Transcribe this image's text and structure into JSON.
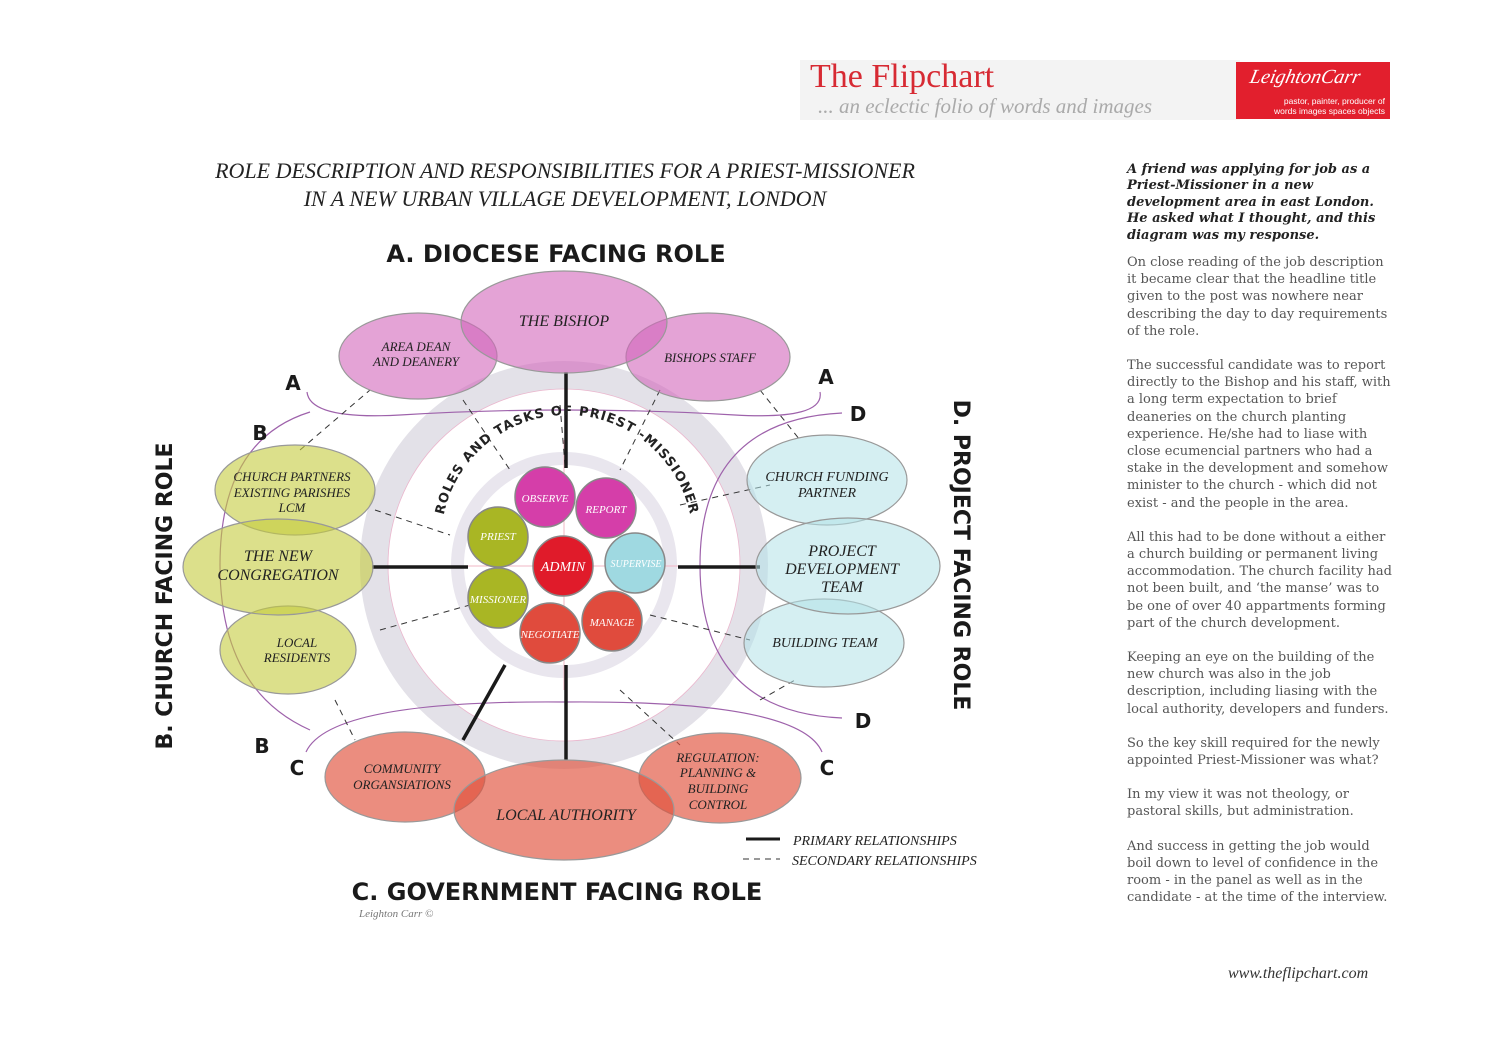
{
  "header": {
    "brand_title": "The Flipchart",
    "tagline": "... an eclectic folio of words and images",
    "logo": {
      "signature": "LeightonCarr",
      "line1": "pastor, painter, producer of",
      "line2": "words images spaces objects"
    }
  },
  "title": {
    "line1": "ROLE DESCRIPTION AND RESPONSIBILITIES FOR A PRIEST-MISSIONER",
    "line2": "IN A NEW URBAN VILLAGE DEVELOPMENT, LONDON"
  },
  "diagram": {
    "roles": {
      "a": "A. DIOCESE FACING ROLE",
      "b": "B. CHURCH FACING ROLE",
      "c": "C. GOVERNMENT FACING ROLE",
      "d": "D. PROJECT FACING ROLE"
    },
    "arc_letters": {
      "a_left": "A",
      "a_right": "A",
      "b_top": "B",
      "b_bottom": "B",
      "c_left": "C",
      "c_right": "C",
      "d_top": "D",
      "d_bottom": "D"
    },
    "center_arc_text": "ROLES AND TASKS OF PRIEST -MISSIONER",
    "tasks": {
      "observe": "OBSERVE",
      "report": "REPORT",
      "priest": "PRIEST",
      "admin": "ADMIN",
      "supervise": "SUPERVISE",
      "missioner": "MISSIONER",
      "negotiate": "NEGOTIATE",
      "manage": "MANAGE"
    },
    "diocese": {
      "bishop": "THE BISHOP",
      "area_dean_1": "AREA DEAN",
      "area_dean_2": "AND DEANERY",
      "bishops_staff": "BISHOPS STAFF"
    },
    "church": {
      "partners_1": "CHURCH PARTNERS",
      "partners_2": "EXISTING PARISHES",
      "partners_3": "LCM",
      "congregation_1": "THE NEW",
      "congregation_2": "CONGREGATION",
      "residents_1": "LOCAL",
      "residents_2": "RESIDENTS"
    },
    "project": {
      "funding_1": "CHURCH FUNDING",
      "funding_2": "PARTNER",
      "team_1": "PROJECT",
      "team_2": "DEVELOPMENT",
      "team_3": "TEAM",
      "building": "BUILDING TEAM"
    },
    "government": {
      "community_1": "COMMUNITY",
      "community_2": "ORGANSIATIONS",
      "authority": "LOCAL AUTHORITY",
      "regulation_1": "REGULATION:",
      "regulation_2": "PLANNING &",
      "regulation_3": "BUILDING",
      "regulation_4": "CONTROL"
    },
    "legend": {
      "primary": "PRIMARY RELATIONSHIPS",
      "secondary": "SECONDARY RELATIONSHIPS"
    },
    "credit": "Leighton Carr ©",
    "colors": {
      "diocese": "#e9a3cf",
      "church": "#d6dc82",
      "project": "#d4eef2",
      "government": "#e98474",
      "ring": "#e3e1e8",
      "arc": "#9e62ab"
    }
  },
  "sidebar": {
    "intro": "A friend was applying for job as a Priest-Missioner in a new development area in east London. He asked what I thought, and this diagram was my response.",
    "paragraphs": [
      "On close reading of the job description it became clear that the headline title given to the post was nowhere near describing the day to day requirements of the role.",
      "The successful candidate was to report directly to the Bishop and his staff, with a long term expectation to brief deaneries on the church planting experience. He/she had to liase with close ecumencial partners who had a stake in the development and somehow minister to the church - which did not exist - and the people in the area.",
      "All this had to be done without a either a church building or permanent living accommodation. The church facility had not been built, and ‘the manse’ was to be one of over 40 appartments forming part of the church development.",
      "Keeping an eye on the building of the new church was also in the job description, including liasing with the local authority, developers and funders.",
      "So the key skill required for the newly appointed Priest-Missioner was what?",
      "In my view it was not theology, or pastoral skills, but administration.",
      "And success in getting the job would boil down to level of confidence in the room - in the panel as well as in the candidate -  at the time of the interview."
    ],
    "website": "www.theflipchart.com"
  }
}
